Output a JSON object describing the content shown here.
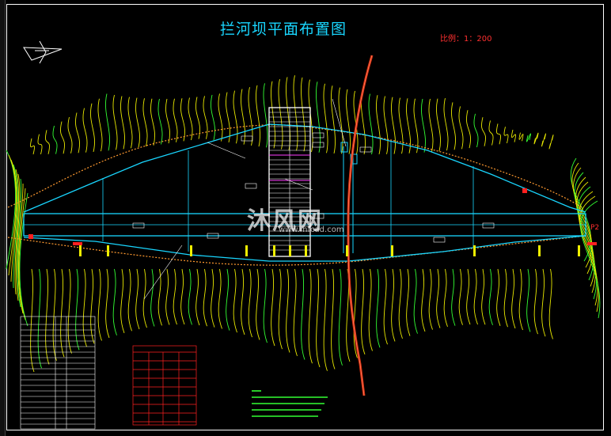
{
  "drawing": {
    "title": "拦河坝平面布置图",
    "scale_text": "比例：1：200",
    "point_label": "P2",
    "watermark": {
      "brand": "沐风网",
      "url": "www.mfcad.com"
    }
  },
  "colors": {
    "background": "#000000",
    "title": "#19d6ff",
    "scale": "#ff3030",
    "dam_outline": "#19d6ff",
    "contour_yellow": "#e8e800",
    "contour_green": "#33ff33",
    "road": "#d83010",
    "table_border": "#ffffff",
    "red_table": "#ff2020"
  },
  "icons": {
    "north_arrow": "north-arrow-icon"
  }
}
